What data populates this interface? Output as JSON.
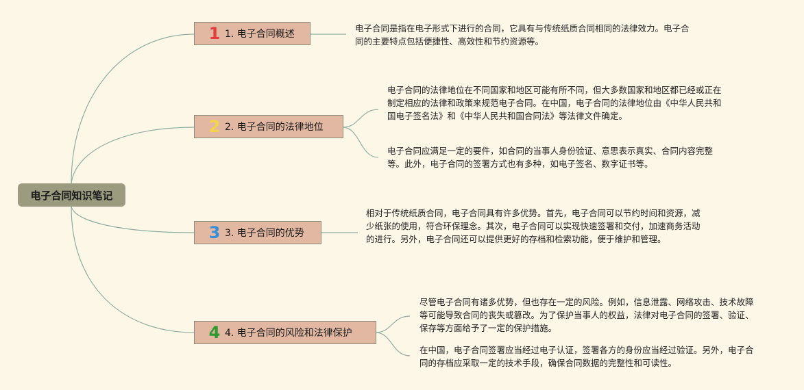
{
  "colors": {
    "background": "#fdf7e8",
    "root_fill": "#9b9b80",
    "topic_fill": "#e2b8a3",
    "connector": "#8fae9f",
    "badge_1": "#e33d3d",
    "badge_2": "#f2d34a",
    "badge_3": "#3a8fd9",
    "badge_4": "#2f9a2f"
  },
  "root": {
    "label": "电子合同知识笔记"
  },
  "topics": [
    {
      "badge": "1",
      "badge_icon": "number-one-icon",
      "label": "1. 电子合同概述",
      "notes": [
        "电子合同是指在电子形式下进行的合同，它具有与传统纸质合同相同的法律效力。电子合同的主要特点包括便捷性、高效性和节约资源等。"
      ]
    },
    {
      "badge": "2",
      "badge_icon": "number-two-icon",
      "label": "2. 电子合同的法律地位",
      "notes": [
        "电子合同的法律地位在不同国家和地区可能有所不同，但大多数国家和地区都已经或正在制定相应的法律和政策来规范电子合同。在中国，电子合同的法律地位由《中华人民共和国电子签名法》和《中华人民共和国合同法》等法律文件确定。",
        "电子合同应满足一定的要件，如合同的当事人身份验证、意思表示真实、合同内容完整等。此外，电子合同的签署方式也有多种，如电子签名、数字证书等。"
      ]
    },
    {
      "badge": "3",
      "badge_icon": "number-three-icon",
      "label": "3. 电子合同的优势",
      "notes": [
        "相对于传统纸质合同，电子合同具有许多优势。首先，电子合同可以节约时间和资源，减少纸张的使用，符合环保理念。其次，电子合同可以实现快速签署和交付，加速商务活动的进行。另外，电子合同还可以提供更好的存档和检索功能，便于维护和管理。"
      ]
    },
    {
      "badge": "4",
      "badge_icon": "number-four-icon",
      "label": "4. 电子合同的风险和法律保护",
      "notes": [
        "尽管电子合同有诸多优势，但也存在一定的风险。例如，信息泄露、网络攻击、技术故障等可能导致合同的丧失或篡改。为了保护当事人的权益，法律对电子合同的签署、验证、保存等方面给予了一定的保护措施。",
        "在中国，电子合同签署应当经过电子认证，签署各方的身份应当经过验证。另外，电子合同的存档应采取一定的技术手段，确保合同数据的完整性和可读性。"
      ]
    }
  ]
}
